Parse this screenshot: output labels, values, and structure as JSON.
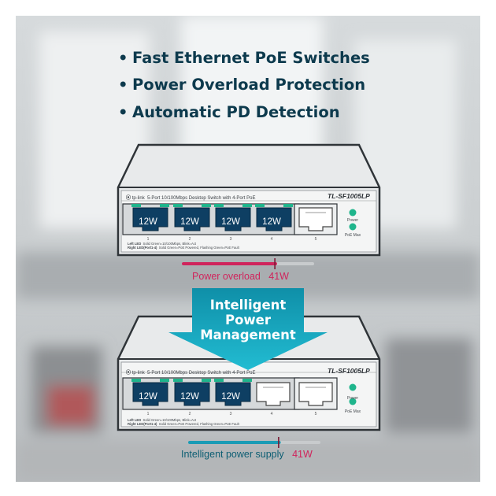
{
  "features": [
    "Fast Ethernet PoE Switches",
    "Power Overload Protection",
    "Automatic PD Detection"
  ],
  "bullet_char": "•",
  "switch_top": {
    "brand": "tp-link",
    "description": "5-Port 10/100Mbps Desktop Switch with 4-Port PoE",
    "model": "TL-SF1005LP",
    "port_labels": [
      "12W",
      "12W",
      "12W",
      "12W"
    ],
    "port_numbers": [
      "1",
      "2",
      "3",
      "4",
      "5"
    ],
    "led_labels": [
      "Power",
      "PoE Max"
    ],
    "legend_left": "Left LED",
    "legend_left_text": "Solid Green=10/100Mbps, Blink=Act",
    "legend_right": "Right LED(Port1-4)",
    "legend_right_text": "Solid Green=PoE Powered, Flashing Green=PoE Fault"
  },
  "switch_bottom": {
    "brand": "tp-link",
    "description": "5-Port 10/100Mbps Desktop Switch with 4-Port PoE",
    "model": "TL-SF1005LP",
    "port_labels": [
      "12W",
      "12W",
      "12W"
    ],
    "port_numbers": [
      "1",
      "2",
      "3",
      "4",
      "5"
    ],
    "led_labels": [
      "Power",
      "PoE Max"
    ],
    "legend_left": "Left LED",
    "legend_left_text": "Solid Green=10/100Mbps, Blink=Act",
    "legend_right": "Right LED(Port1-4)",
    "legend_right_text": "Solid Green=PoE Powered, Flashing Green=PoE Fault"
  },
  "overload_caption": "Power overload",
  "overload_value": "41W",
  "overload_bar_fraction": 0.72,
  "arrow_text": [
    "Intelligent",
    "Power",
    "Management"
  ],
  "supply_caption": "Intelligent power supply",
  "supply_value": "41W",
  "supply_bar_fraction": 0.7,
  "colors": {
    "heading": "#0d3a4d",
    "overload": "#d0245c",
    "supply": "#1a9bb5",
    "port_fill": "#0e3f63",
    "port_led": "#1fb58c",
    "arrow": "#15a7c0"
  }
}
